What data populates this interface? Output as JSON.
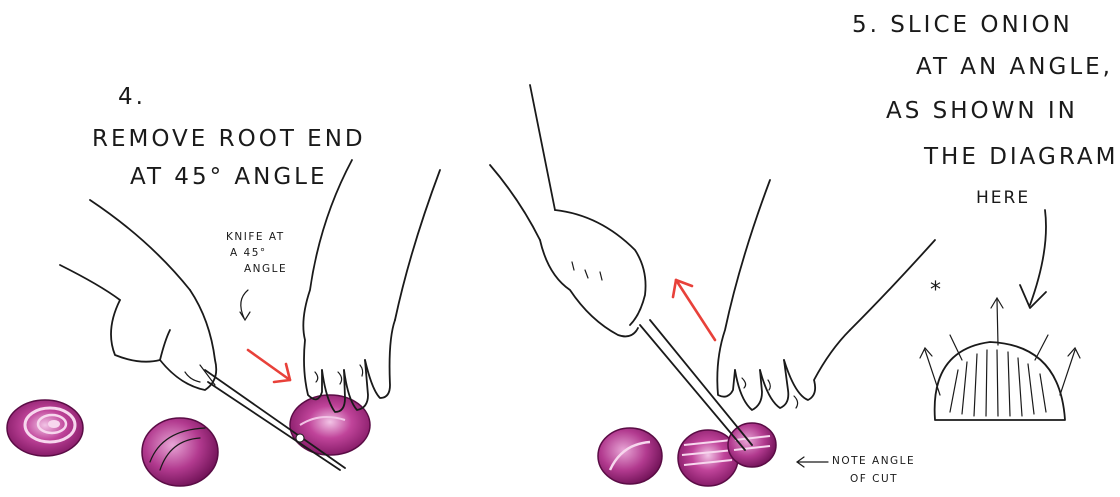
{
  "step4": {
    "number": "4.",
    "line1": "REMOVE ROOT END",
    "line2": "AT 45° ANGLE",
    "knife_note": [
      "KNIFE at",
      "A 45°",
      "ANGLE"
    ]
  },
  "step5": {
    "line1": "5. SLICE ONION",
    "line2": "at AN ANGLE,",
    "line3": "as SHOWN in",
    "line4": "THE DIAGRAM",
    "line5": "HERE",
    "cut_note": [
      "NOTE ANGLE",
      "of CUT"
    ],
    "asterisk": "*"
  },
  "colors": {
    "ink": "#1a1a1a",
    "arrow_red": "#e8413a",
    "onion_dark": "#9a1f78",
    "onion_mid": "#c0449a",
    "onion_light": "#e8a6d6"
  }
}
